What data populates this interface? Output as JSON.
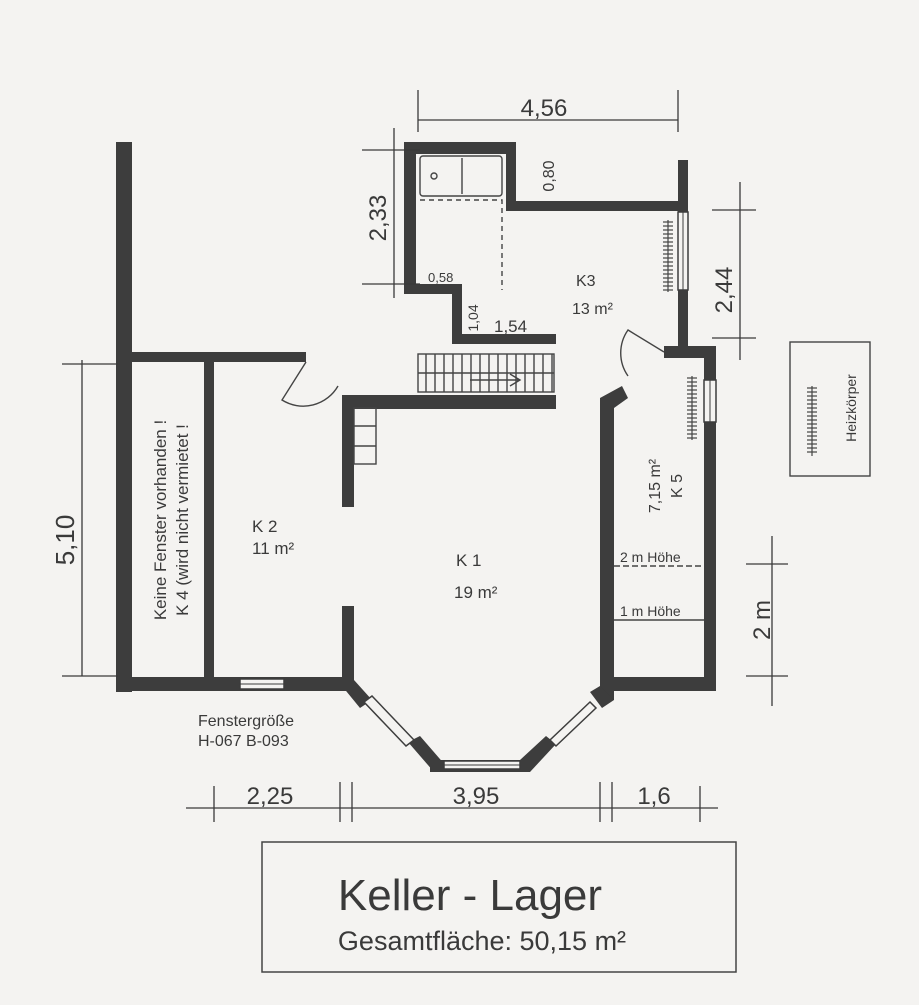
{
  "dimensions": {
    "top_width": "4,56",
    "top_left_height": "2,33",
    "wc_gap": "0,80",
    "wc_width": "0,58",
    "step_height": "1,04",
    "step_width": "1,54",
    "k3_height": "2,44",
    "left_height": "5,10",
    "k5_height": "2 m",
    "bottom_k2": "2,25",
    "bottom_k1": "3,95",
    "bottom_k5": "1,6"
  },
  "rooms": {
    "k1": {
      "name": "K 1",
      "area": "19 m²"
    },
    "k2": {
      "name": "K 2",
      "area": "11 m²"
    },
    "k3": {
      "name": "K3",
      "area": "13 m²"
    },
    "k4": {
      "line1": "Keine Fenster vorhanden !",
      "line2": "K 4 (wird nicht vermietet !"
    },
    "k5": {
      "area": "7,15 m²",
      "name": "K 5",
      "height_2m": "2 m Höhe",
      "height_1m": "1 m Höhe"
    }
  },
  "window_note": {
    "title": "Fenstergröße",
    "size": "H-067 B-093"
  },
  "legend": {
    "label": "Heizkörper"
  },
  "title_box": {
    "title": "Keller - Lager",
    "subtitle": "Gesamtfläche: 50,15 m²"
  }
}
